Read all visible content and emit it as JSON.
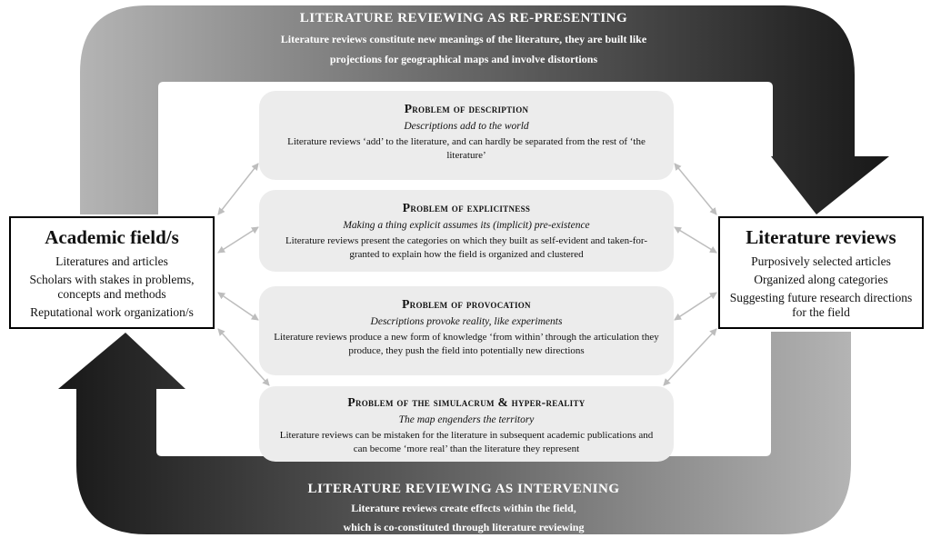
{
  "top_band": {
    "title": "LITERATURE REVIEWING AS RE-PRESENTING",
    "line1": "Literature reviews constitute new meanings of the literature, they are built like",
    "line2": "projections for geographical maps and involve distortions"
  },
  "bottom_band": {
    "title": "LITERATURE REVIEWING AS INTERVENING",
    "line1": "Literature reviews create effects within the field,",
    "line2": "which is co-constituted through literature reviewing"
  },
  "left_box": {
    "title": "Academic field/s",
    "lines": [
      "Literatures and articles",
      "Scholars with stakes in problems, concepts and methods",
      "Reputational work organization/s"
    ]
  },
  "right_box": {
    "title": "Literature reviews",
    "lines": [
      "Purposively selected articles",
      "Organized along categories",
      "Suggesting future research directions for the field"
    ]
  },
  "problems": [
    {
      "title": "Problem of description",
      "subtitle": "Descriptions add to the world",
      "body": "Literature reviews ‘add’ to the literature, and can hardly be separated from the rest of ‘the literature’"
    },
    {
      "title": "Problem of explicitness",
      "subtitle": "Making a thing explicit assumes its (implicit) pre-existence",
      "body": "Literature reviews present the categories on which they built as self-evident and taken-for-granted to explain how the field is organized and clustered"
    },
    {
      "title": "Problem of provocation",
      "subtitle": "Descriptions provoke reality, like experiments",
      "body": "Literature reviews produce a new form of knowledge ‘from within’ through the articulation they produce, they push the field into potentially new directions"
    },
    {
      "title": "Problem of the simulacrum & hyper-reality",
      "subtitle": "The map engenders the territory",
      "body": "Literature reviews can be mistaken for the literature in subsequent academic publications and can become ‘more real’ than the literature they represent"
    }
  ],
  "colors": {
    "band_light": "#b0b0b0",
    "band_dark": "#1c1c1c",
    "panel_fill": "#ececec",
    "connector": "#bdbdbd"
  }
}
